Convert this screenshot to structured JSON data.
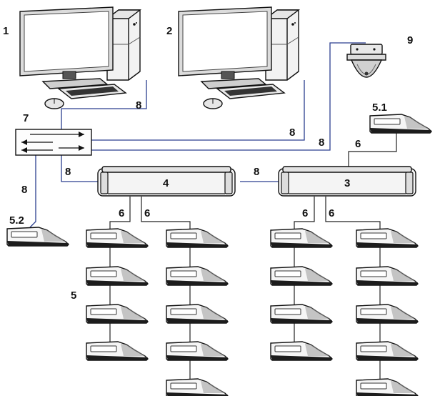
{
  "diagram": {
    "labels": {
      "pc1": "1",
      "pc2": "2",
      "cu3": "3",
      "cu4": "4",
      "devices5": "5",
      "device51": "5.1",
      "device52": "5.2",
      "cable6": "6",
      "switch7": "7",
      "cable8": "8",
      "camera9": "9"
    }
  }
}
